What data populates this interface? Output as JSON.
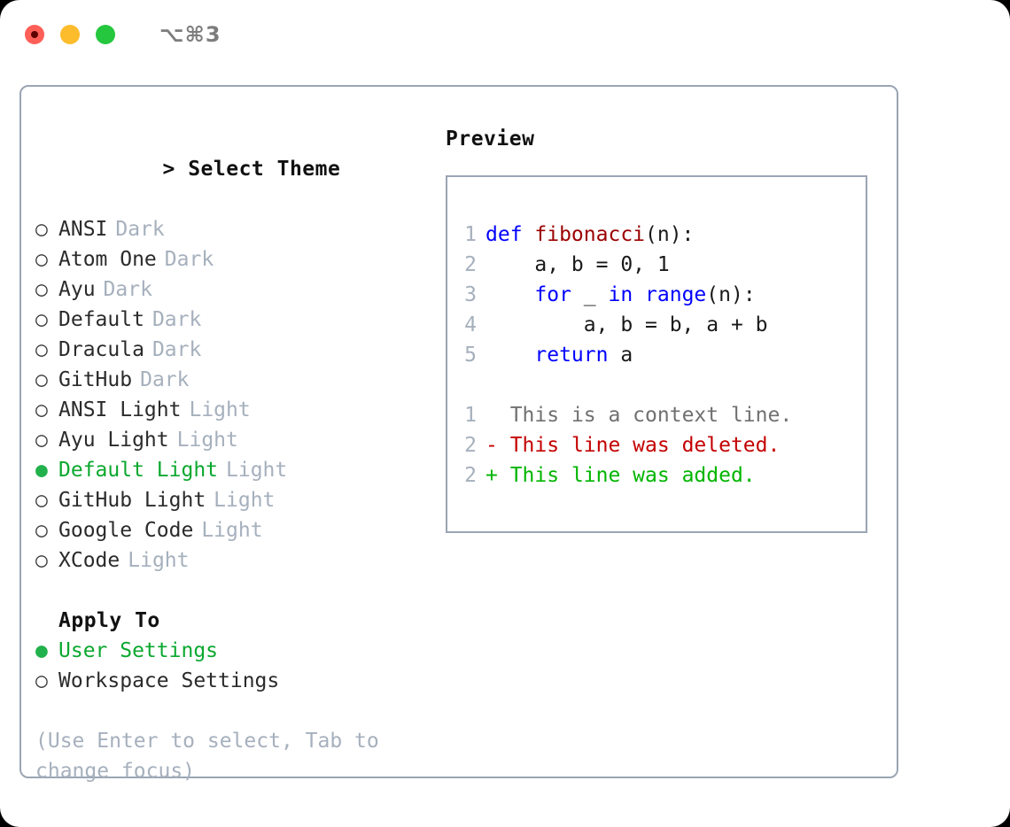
{
  "window": {
    "shortcut_label": "⌥⌘3",
    "controls": [
      "close-button",
      "minimize-button",
      "maximize-button"
    ]
  },
  "colors": {
    "accent_green": "#0ba82f",
    "muted": "#a6b0bd",
    "border": "#9aa5b4",
    "keyword_blue": "#0000ff",
    "function_red": "#9b0000",
    "diff_delete": "#c40000",
    "diff_add": "#00b500",
    "context_gray": "#707070"
  },
  "left": {
    "prompt": "> ",
    "title": "Select Theme",
    "themes": [
      {
        "marker": "○",
        "name": "ANSI",
        "tag": "Dark",
        "selected": false
      },
      {
        "marker": "○",
        "name": "Atom One",
        "tag": "Dark",
        "selected": false
      },
      {
        "marker": "○",
        "name": "Ayu",
        "tag": "Dark",
        "selected": false
      },
      {
        "marker": "○",
        "name": "Default",
        "tag": "Dark",
        "selected": false
      },
      {
        "marker": "○",
        "name": "Dracula",
        "tag": "Dark",
        "selected": false
      },
      {
        "marker": "○",
        "name": "GitHub",
        "tag": "Dark",
        "selected": false
      },
      {
        "marker": "○",
        "name": "ANSI Light",
        "tag": "Light",
        "selected": false
      },
      {
        "marker": "○",
        "name": "Ayu Light",
        "tag": "Light",
        "selected": false
      },
      {
        "marker": "●",
        "name": "Default Light",
        "tag": "Light",
        "selected": true
      },
      {
        "marker": "○",
        "name": "GitHub Light",
        "tag": "Light",
        "selected": false
      },
      {
        "marker": "○",
        "name": "Google Code",
        "tag": "Light",
        "selected": false
      },
      {
        "marker": "○",
        "name": "XCode",
        "tag": "Light",
        "selected": false
      }
    ],
    "apply_to_heading": "Apply To",
    "apply_to": [
      {
        "marker": "●",
        "name": "User Settings",
        "selected": true
      },
      {
        "marker": "○",
        "name": "Workspace Settings",
        "selected": false
      }
    ],
    "hint": "(Use Enter to select, Tab to\nchange focus)"
  },
  "right": {
    "preview_title": "Preview",
    "code_lines": [
      {
        "no": "1",
        "segments": [
          {
            "t": "def ",
            "c": "kw"
          },
          {
            "t": "fibonacci",
            "c": "fn"
          },
          {
            "t": "(n):",
            "c": "plain"
          }
        ]
      },
      {
        "no": "2",
        "segments": [
          {
            "t": "    a, b = 0, 1",
            "c": "plain"
          }
        ]
      },
      {
        "no": "3",
        "segments": [
          {
            "t": "    ",
            "c": "plain"
          },
          {
            "t": "for",
            "c": "kw"
          },
          {
            "t": " _ ",
            "c": "plain"
          },
          {
            "t": "in",
            "c": "kw"
          },
          {
            "t": " ",
            "c": "plain"
          },
          {
            "t": "range",
            "c": "kw"
          },
          {
            "t": "(n):",
            "c": "plain"
          }
        ]
      },
      {
        "no": "4",
        "segments": [
          {
            "t": "        a, b = b, a + b",
            "c": "plain"
          }
        ]
      },
      {
        "no": "5",
        "segments": [
          {
            "t": "    ",
            "c": "plain"
          },
          {
            "t": "return",
            "c": "kw"
          },
          {
            "t": " a",
            "c": "plain"
          }
        ]
      }
    ],
    "diff_lines": [
      {
        "no": "1",
        "sign": "  ",
        "text": "This is a context line.",
        "kind": "ctx"
      },
      {
        "no": "2",
        "sign": "- ",
        "text": "This line was deleted.",
        "kind": "del"
      },
      {
        "no": "2",
        "sign": "+ ",
        "text": "This line was added.",
        "kind": "add"
      }
    ]
  }
}
